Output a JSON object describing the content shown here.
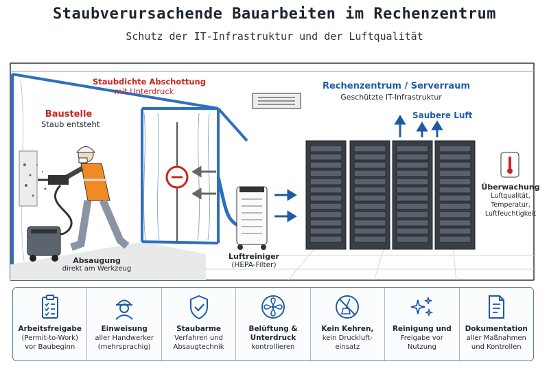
{
  "header": {
    "title": "Staubverursachende Bauarbeiten im Rechenzentrum",
    "subtitle": "Schutz der IT-Infrastruktur und der Luftqualität"
  },
  "scene": {
    "enclosure_title": "Staubdichte Abschottung",
    "enclosure_sub": "mit Unterdruck",
    "site_title": "Baustelle",
    "site_sub": "Staub entsteht",
    "extraction_title": "Absaugung",
    "extraction_sub": "direkt am Werkzeug",
    "purifier_title": "Luftreiniger",
    "purifier_sub": "(HEPA-Filter)",
    "dc_title": "Rechenzentrum / Serverraum",
    "dc_sub": "Geschützte IT-Infrastruktur",
    "clean_air": "Saubere Luft",
    "monitor_title": "Überwachung",
    "monitor_lines": [
      "Luftqualität,",
      "Temperatur,",
      "Luftfeuchtigkeit"
    ]
  },
  "colors": {
    "red": "#c8261e",
    "blue": "#1f5aa6",
    "vest": "#f08a24"
  },
  "measures": [
    {
      "icon": "clipboard-checklist-icon",
      "title": "Arbeitsfreigabe",
      "lines": [
        "(Permit-to-Work)",
        "vor Baubeginn"
      ]
    },
    {
      "icon": "worker-helmet-icon",
      "title": "Einweisung",
      "lines": [
        "aller Handwerker",
        "(mehrsprachig)"
      ]
    },
    {
      "icon": "shield-check-icon",
      "title": "Staubarme",
      "lines": [
        "Verfahren und",
        "Absaugtechnik"
      ]
    },
    {
      "icon": "fan-icon",
      "title": "Belüftung &",
      "title2": "Unterdruck",
      "lines": [
        "kontrollieren"
      ]
    },
    {
      "icon": "no-broom-icon",
      "title": "Kein Kehren,",
      "lines": [
        "kein Druckluft-",
        "einsatz"
      ]
    },
    {
      "icon": "sparkles-icon",
      "title": "Reinigung und",
      "lines": [
        "Freigabe vor",
        "Nutzung"
      ]
    },
    {
      "icon": "document-icon",
      "title": "Dokumentation",
      "lines": [
        "aller Maßnahmen",
        "und Kontrollen"
      ]
    }
  ]
}
